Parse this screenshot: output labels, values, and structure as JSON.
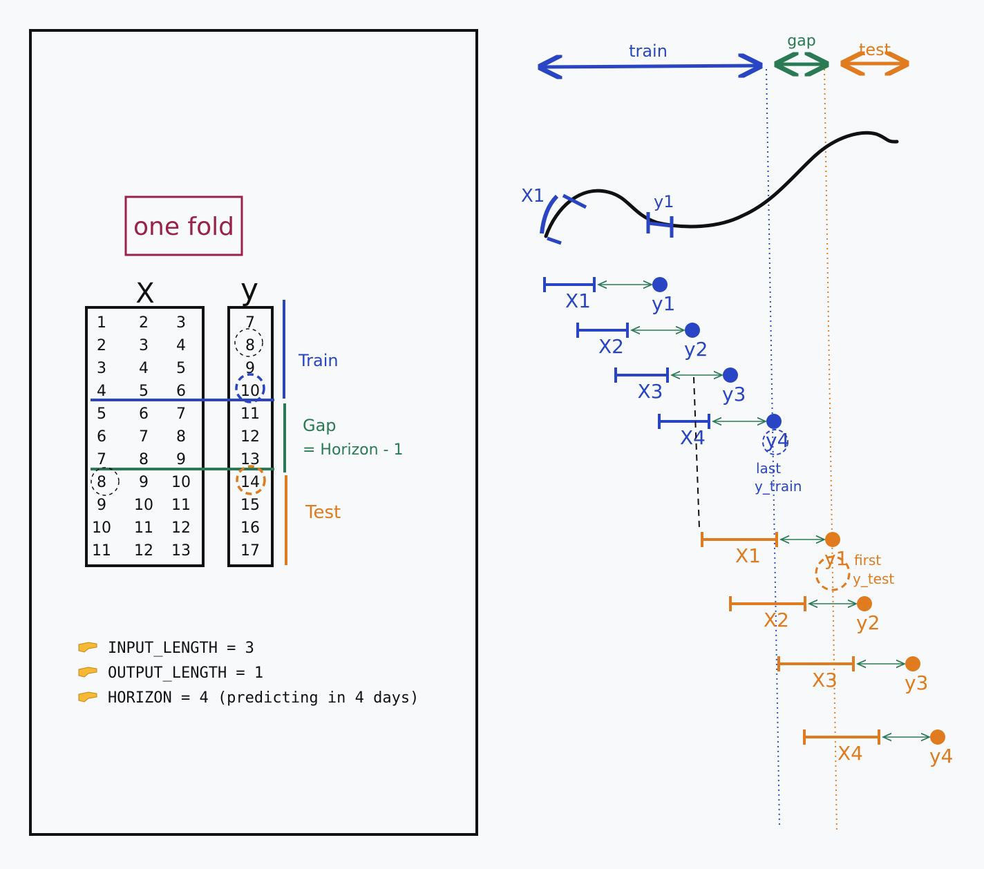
{
  "fold_title": "one fold",
  "table": {
    "x_header": "X",
    "y_header": "y",
    "x_rows": [
      [
        "1",
        "2",
        "3"
      ],
      [
        "2",
        "3",
        "4"
      ],
      [
        "3",
        "4",
        "5"
      ],
      [
        "4",
        "5",
        "6"
      ],
      [
        "5",
        "6",
        "7"
      ],
      [
        "6",
        "7",
        "8"
      ],
      [
        "7",
        "8",
        "9"
      ],
      [
        "8",
        "9",
        "10"
      ],
      [
        "9",
        "10",
        "11"
      ],
      [
        "10",
        "11",
        "12"
      ],
      [
        "11",
        "12",
        "13"
      ]
    ],
    "y_rows": [
      "7",
      "8",
      "9",
      "10",
      "11",
      "12",
      "13",
      "14",
      "15",
      "16",
      "17"
    ]
  },
  "segments": {
    "train": "Train",
    "gap_line1": "Gap",
    "gap_line2": "= Horizon - 1",
    "test": "Test"
  },
  "params": [
    {
      "text": "INPUT_LENGTH = 3"
    },
    {
      "text": "OUTPUT_LENGTH = 1"
    },
    {
      "text": "HORIZON = 4 (predicting in 4 days)"
    }
  ],
  "timeline": {
    "train": "train",
    "gap": "gap",
    "test": "test"
  },
  "series_labels": {
    "x1": "X1",
    "y1": "y1"
  },
  "train_windows": [
    {
      "x": "X1",
      "y": "y1"
    },
    {
      "x": "X2",
      "y": "y2"
    },
    {
      "x": "X3",
      "y": "y3"
    },
    {
      "x": "X4",
      "y": "y4"
    }
  ],
  "test_windows": [
    {
      "x": "X1",
      "y": "y1"
    },
    {
      "x": "X2",
      "y": "y2"
    },
    {
      "x": "X3",
      "y": "y3"
    },
    {
      "x": "X4",
      "y": "y4"
    }
  ],
  "annotations": {
    "last_line1": "last",
    "last_line2": "y_train",
    "first_line1": "first",
    "first_line2": "y_test"
  },
  "colors": {
    "blue": "#2a45c4",
    "green": "#2a7a55",
    "orange": "#e07b1f",
    "maroon": "#9b2148",
    "ink": "#111111"
  },
  "icons": {
    "bullet": "pointing-hand-icon"
  }
}
